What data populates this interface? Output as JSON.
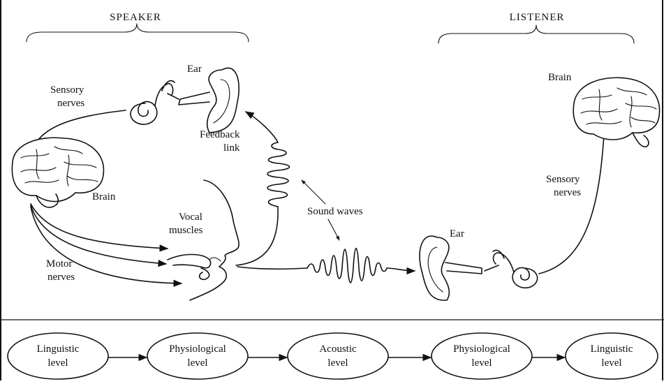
{
  "header": {
    "speaker": "SPEAKER",
    "listener": "LISTENER"
  },
  "speaker_side": {
    "ear": "Ear",
    "sensory_nerves": [
      "Sensory",
      "nerves"
    ],
    "brain": "Brain",
    "feedback_link": [
      "Feedback",
      "link"
    ],
    "vocal_muscles": [
      "Vocal",
      "muscles"
    ],
    "motor_nerves": [
      "Motor",
      "nerves"
    ]
  },
  "middle": {
    "sound_waves": "Sound waves"
  },
  "listener_side": {
    "ear": "Ear",
    "brain": "Brain",
    "sensory_nerves": [
      "Sensory",
      "nerves"
    ]
  },
  "levels": [
    {
      "line1": "Linguistic",
      "line2": "level"
    },
    {
      "line1": "Physiological",
      "line2": "level"
    },
    {
      "line1": "Acoustic",
      "line2": "level"
    },
    {
      "line1": "Physiological",
      "line2": "level"
    },
    {
      "line1": "Linguistic",
      "line2": "level"
    }
  ]
}
